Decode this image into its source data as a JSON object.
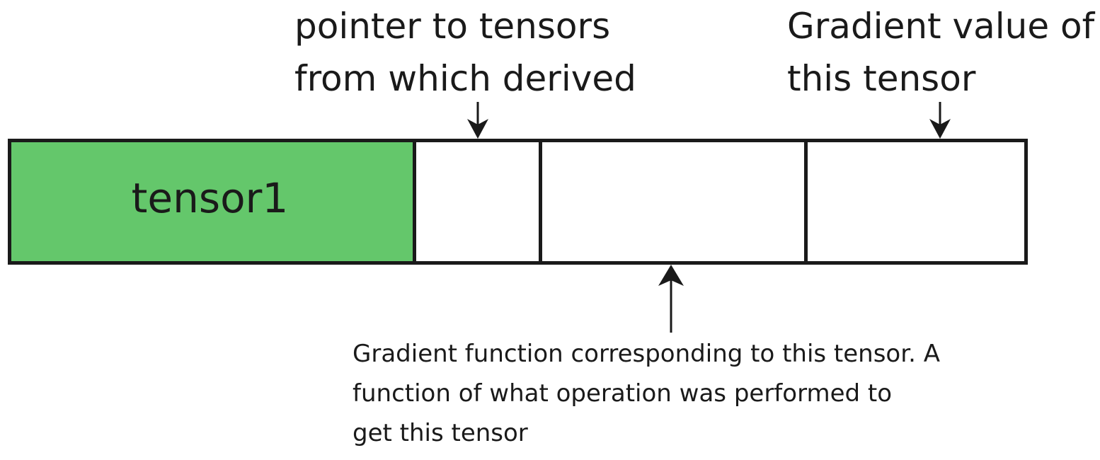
{
  "annotations": {
    "pointer": [
      "pointer to tensors",
      "from which derived"
    ],
    "grad_value": [
      "Gradient value of",
      "this tensor"
    ],
    "grad_fn": [
      "Gradient function corresponding to this tensor. A",
      "function of what operation was performed to",
      "get this tensor"
    ]
  },
  "tensor": {
    "name": "tensor1",
    "fill_color": "#64c76b"
  }
}
